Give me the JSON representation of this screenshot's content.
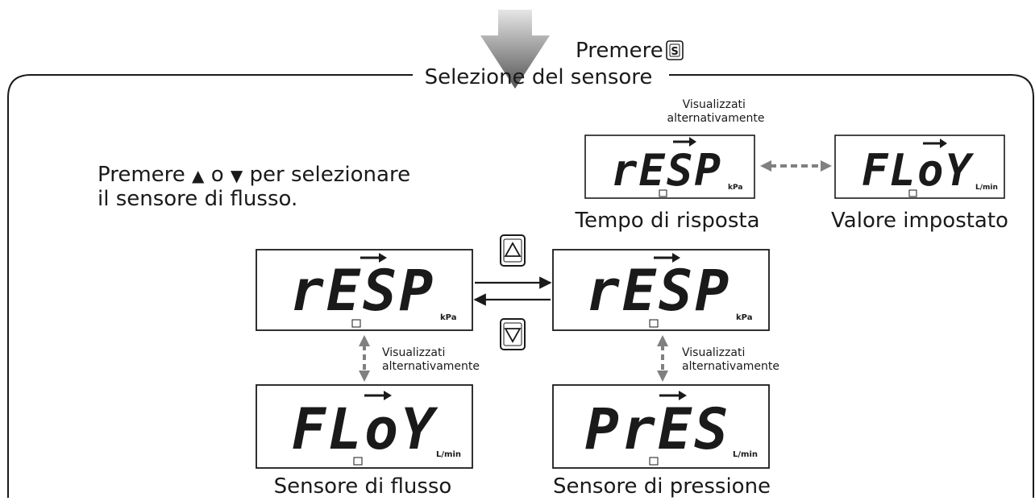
{
  "header": {
    "press_label": "Premere",
    "key_glyph": "S",
    "section_title": "Selezione del sensore"
  },
  "instructions": {
    "line1_prefix": "Premere",
    "up_symbol": "▲",
    "connector": "o",
    "down_symbol": "▼",
    "line1_suffix": "per selezionare",
    "line2": "il sensore di flusso."
  },
  "displays": {
    "top_resp": {
      "text": "rESP",
      "unit": "kPa",
      "caption": "Tempo di risposta"
    },
    "top_flow": {
      "text": "FLoY",
      "unit": "L/min",
      "caption": "Valore impostato"
    },
    "left_resp": {
      "text": "rESP",
      "unit": "kPa"
    },
    "right_resp": {
      "text": "rESP",
      "unit": "kPa"
    },
    "left_flow": {
      "text": "FLoY",
      "unit": "L/min",
      "caption": "Sensore di flusso"
    },
    "right_pres": {
      "text": "PrES",
      "unit": "L/min",
      "caption": "Sensore di pressione"
    }
  },
  "alternation_note": [
    "Visualizzati",
    "alternativamente"
  ],
  "colors": {
    "flow_arrow": "#6b6b6b",
    "dashed": "#808080",
    "frame": "#1a1a1a"
  }
}
